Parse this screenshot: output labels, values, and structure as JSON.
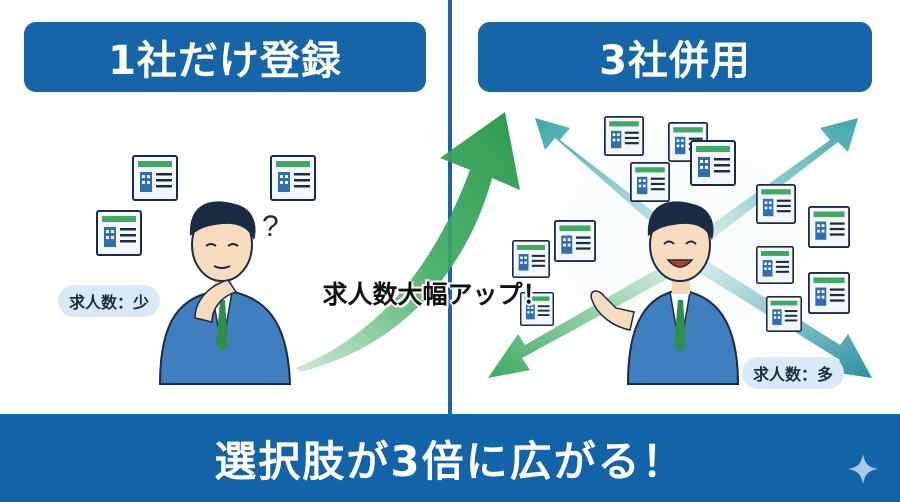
{
  "left_panel": {
    "title": "1社だけ登録",
    "badge": "求人数：少"
  },
  "right_panel": {
    "title": "3社併用",
    "badge": "求人数：多"
  },
  "center_label": "求人数大幅アップ！",
  "footer": {
    "text": "選択肢が3倍に広がる！"
  },
  "colors": {
    "primary_blue": "#1565a8",
    "green_arrow": "#3daa5f",
    "teal_arrow": "#3ba6a8",
    "badge_bg": "#d9e9f7"
  },
  "icons": [
    "job-listing-icon",
    "question-mark-icon",
    "sparkle-icon"
  ]
}
